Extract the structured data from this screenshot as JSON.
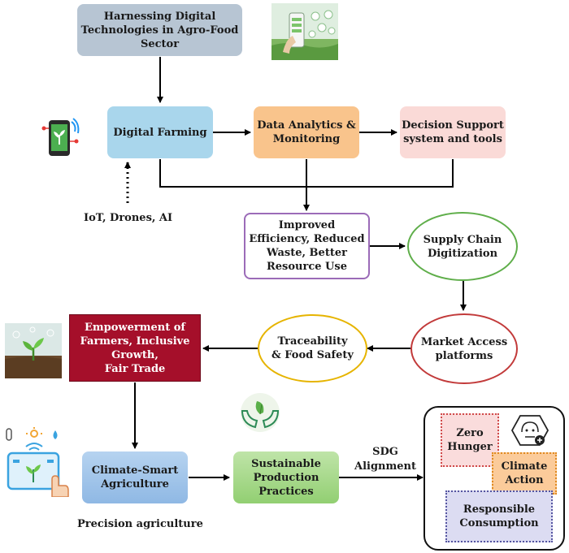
{
  "nodes": {
    "harnessing": "Harnessing Digital\nTechnologies in Agro-Food\nSector",
    "digital_farming": "Digital Farming",
    "data_analytics": "Data Analytics &\nMonitoring",
    "decision_support": "Decision Support\nsystem and tools",
    "improved_efficiency": "Improved\nEfficiency, Reduced\nWaste, Better\nResource Use",
    "supply_chain": "Supply Chain\nDigitization",
    "market_access": "Market Access\nplatforms",
    "traceability": "Traceability\n& Food Safety",
    "empowerment": "Empowerment of\nFarmers, Inclusive\nGrowth,\nFair Trade",
    "climate_smart": "Climate-Smart\nAgriculture",
    "sustainable": "Sustainable\nProduction\nPractices",
    "zero_hunger": "Zero\nHunger",
    "climate_action": "Climate\nAction",
    "responsible": "Responsible\nConsumption"
  },
  "labels": {
    "iot": "IoT, Drones, AI",
    "sdg": "SDG\nAlignment",
    "precision": "Precision agriculture"
  },
  "colors": {
    "header_fill": "#b7c5d3",
    "digital_farming_fill": "#a9d6ec",
    "data_analytics_fill": "#f9c48c",
    "decision_support_fill": "#fadad7",
    "efficiency_border": "#9b6bb8",
    "supply_chain_border": "#5fae4a",
    "market_access_border": "#c23a3a",
    "traceability_border": "#e6b400",
    "empowerment_fill": "#a50f2a",
    "climate_smart_fill": "#9cc3ea",
    "sustainable_fill": "#a8da8e",
    "zero_hunger_fill": "#fadcdc",
    "climate_action_fill": "#fbcb9a",
    "responsible_fill": "#dcdcf2"
  },
  "icons": [
    "phone-plant-icon",
    "smartphone-farm-photo",
    "seedling-photo",
    "hands-leaf-icon",
    "smart-farm-tablet-icon",
    "sdg-face-icon"
  ]
}
